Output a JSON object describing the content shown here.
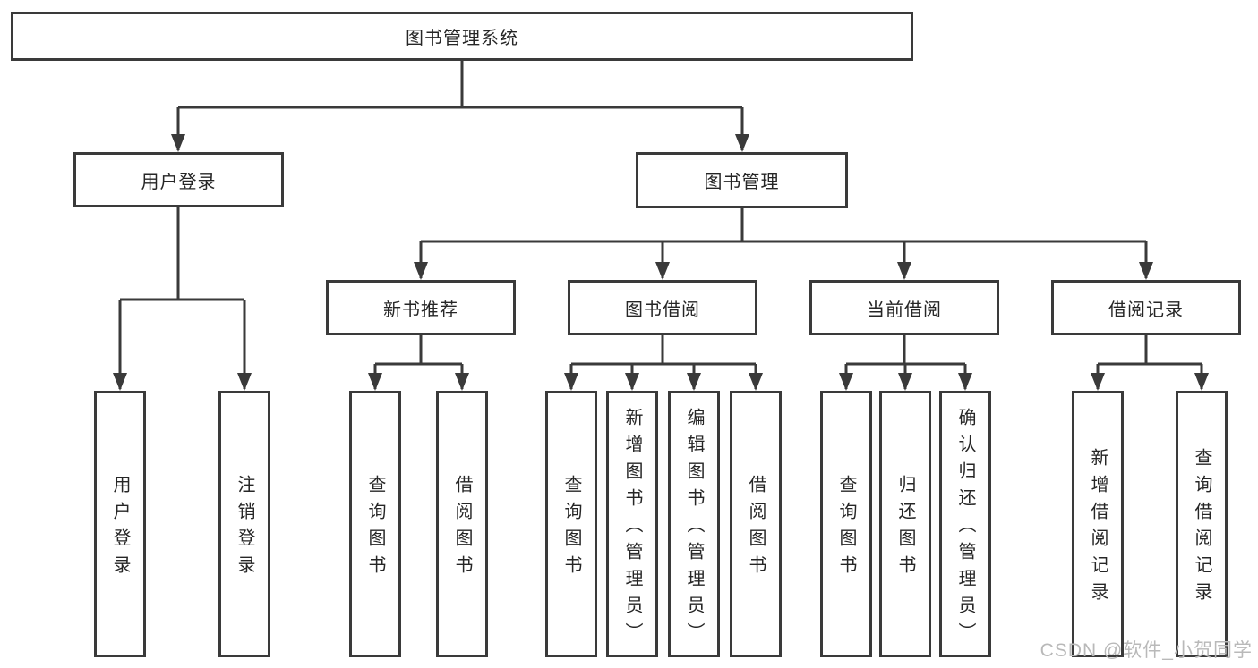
{
  "diagram_title": "图书管理系统",
  "tree": {
    "label": "图书管理系统",
    "children": [
      {
        "label": "用户登录",
        "children": [
          {
            "label": "用户登录"
          },
          {
            "label": "注销登录"
          }
        ]
      },
      {
        "label": "图书管理",
        "children": [
          {
            "label": "新书推荐",
            "children": [
              {
                "label": "查询图书"
              },
              {
                "label": "借阅图书"
              }
            ]
          },
          {
            "label": "图书借阅",
            "children": [
              {
                "label": "查询图书"
              },
              {
                "label": "新增图书（管理员）"
              },
              {
                "label": "编辑图书（管理员）"
              },
              {
                "label": "借阅图书"
              }
            ]
          },
          {
            "label": "当前借阅",
            "children": [
              {
                "label": "查询图书"
              },
              {
                "label": "归还图书"
              },
              {
                "label": "确认归还（管理员）"
              }
            ]
          },
          {
            "label": "借阅记录",
            "children": [
              {
                "label": "新增借阅记录"
              },
              {
                "label": "查询借阅记录"
              }
            ]
          }
        ]
      }
    ]
  },
  "watermark": "CSDN @软件_小贺同学",
  "colors": {
    "line": "#3a3a3a",
    "text": "#262626",
    "watermark": "#b9b9b9",
    "bg": "#ffffff"
  }
}
